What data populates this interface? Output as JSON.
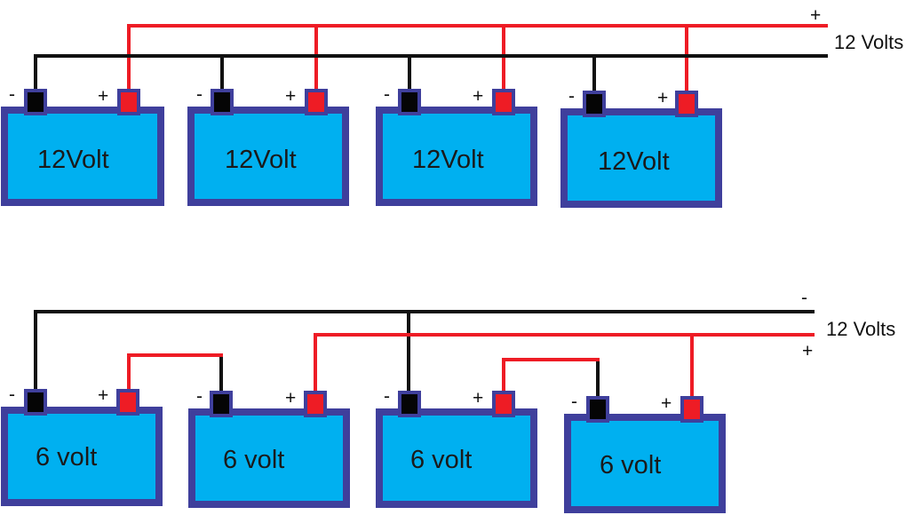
{
  "top_bank": {
    "batteries": [
      {
        "label": "12Volt",
        "neg_sign": "-",
        "pos_sign": "+"
      },
      {
        "label": "12Volt",
        "neg_sign": "-",
        "pos_sign": "+"
      },
      {
        "label": "12Volt",
        "neg_sign": "-",
        "pos_sign": "+"
      },
      {
        "label": "12Volt",
        "neg_sign": "-",
        "pos_sign": "+"
      }
    ],
    "output_label": "12 Volts",
    "positive_sign": "+"
  },
  "bottom_bank": {
    "batteries": [
      {
        "label": "6 volt",
        "neg_sign": "-",
        "pos_sign": "+"
      },
      {
        "label": "6 volt",
        "neg_sign": "-",
        "pos_sign": "+"
      },
      {
        "label": "6 volt",
        "neg_sign": "-",
        "pos_sign": "+"
      },
      {
        "label": "6 volt",
        "neg_sign": "-",
        "pos_sign": "+"
      }
    ],
    "output_label": "12 Volts",
    "negative_sign": "-",
    "positive_sign": "+"
  },
  "colors": {
    "battery_fill": "#00b0f0",
    "battery_border": "#3f3f9c",
    "positive_wire": "#ee1c25",
    "negative_wire": "#111111"
  }
}
